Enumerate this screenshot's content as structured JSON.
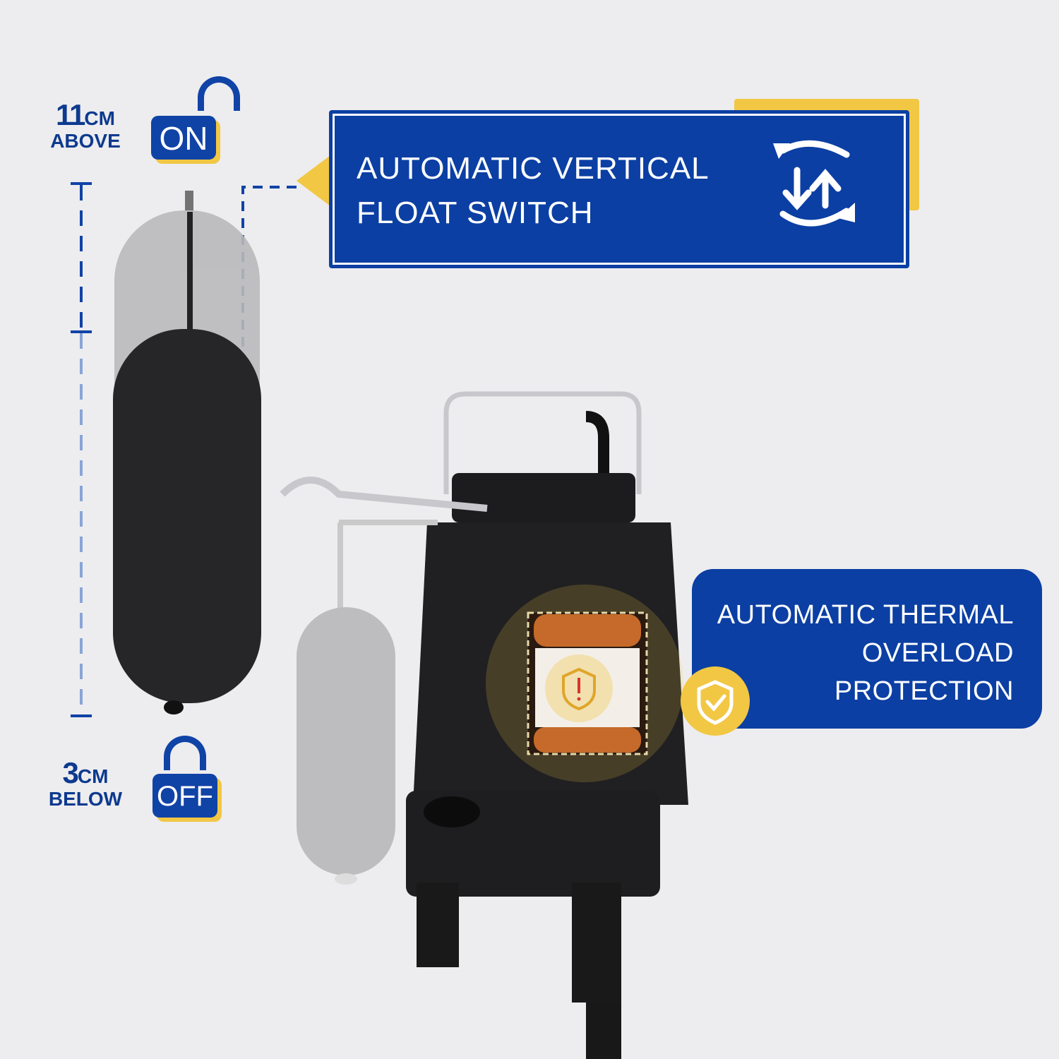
{
  "on_level": {
    "value": "11",
    "unit": "CM",
    "position": "ABOVE",
    "state": "ON"
  },
  "off_level": {
    "value": "3",
    "unit": "CM",
    "position": "BELOW",
    "state": "OFF"
  },
  "float_switch_callout": {
    "line1": "AUTOMATIC VERTICAL",
    "line2": "FLOAT SWITCH",
    "icon": "switch-cycle-arrows-icon"
  },
  "thermal_callout": {
    "line1": "AUTOMATIC THERMAL",
    "line2": "OVERLOAD",
    "line3": "PROTECTION",
    "icon": "shield-check-icon"
  },
  "colors": {
    "brand_blue": "#0b3fa3",
    "accent_yellow": "#f2c744",
    "background": "#ededef"
  }
}
